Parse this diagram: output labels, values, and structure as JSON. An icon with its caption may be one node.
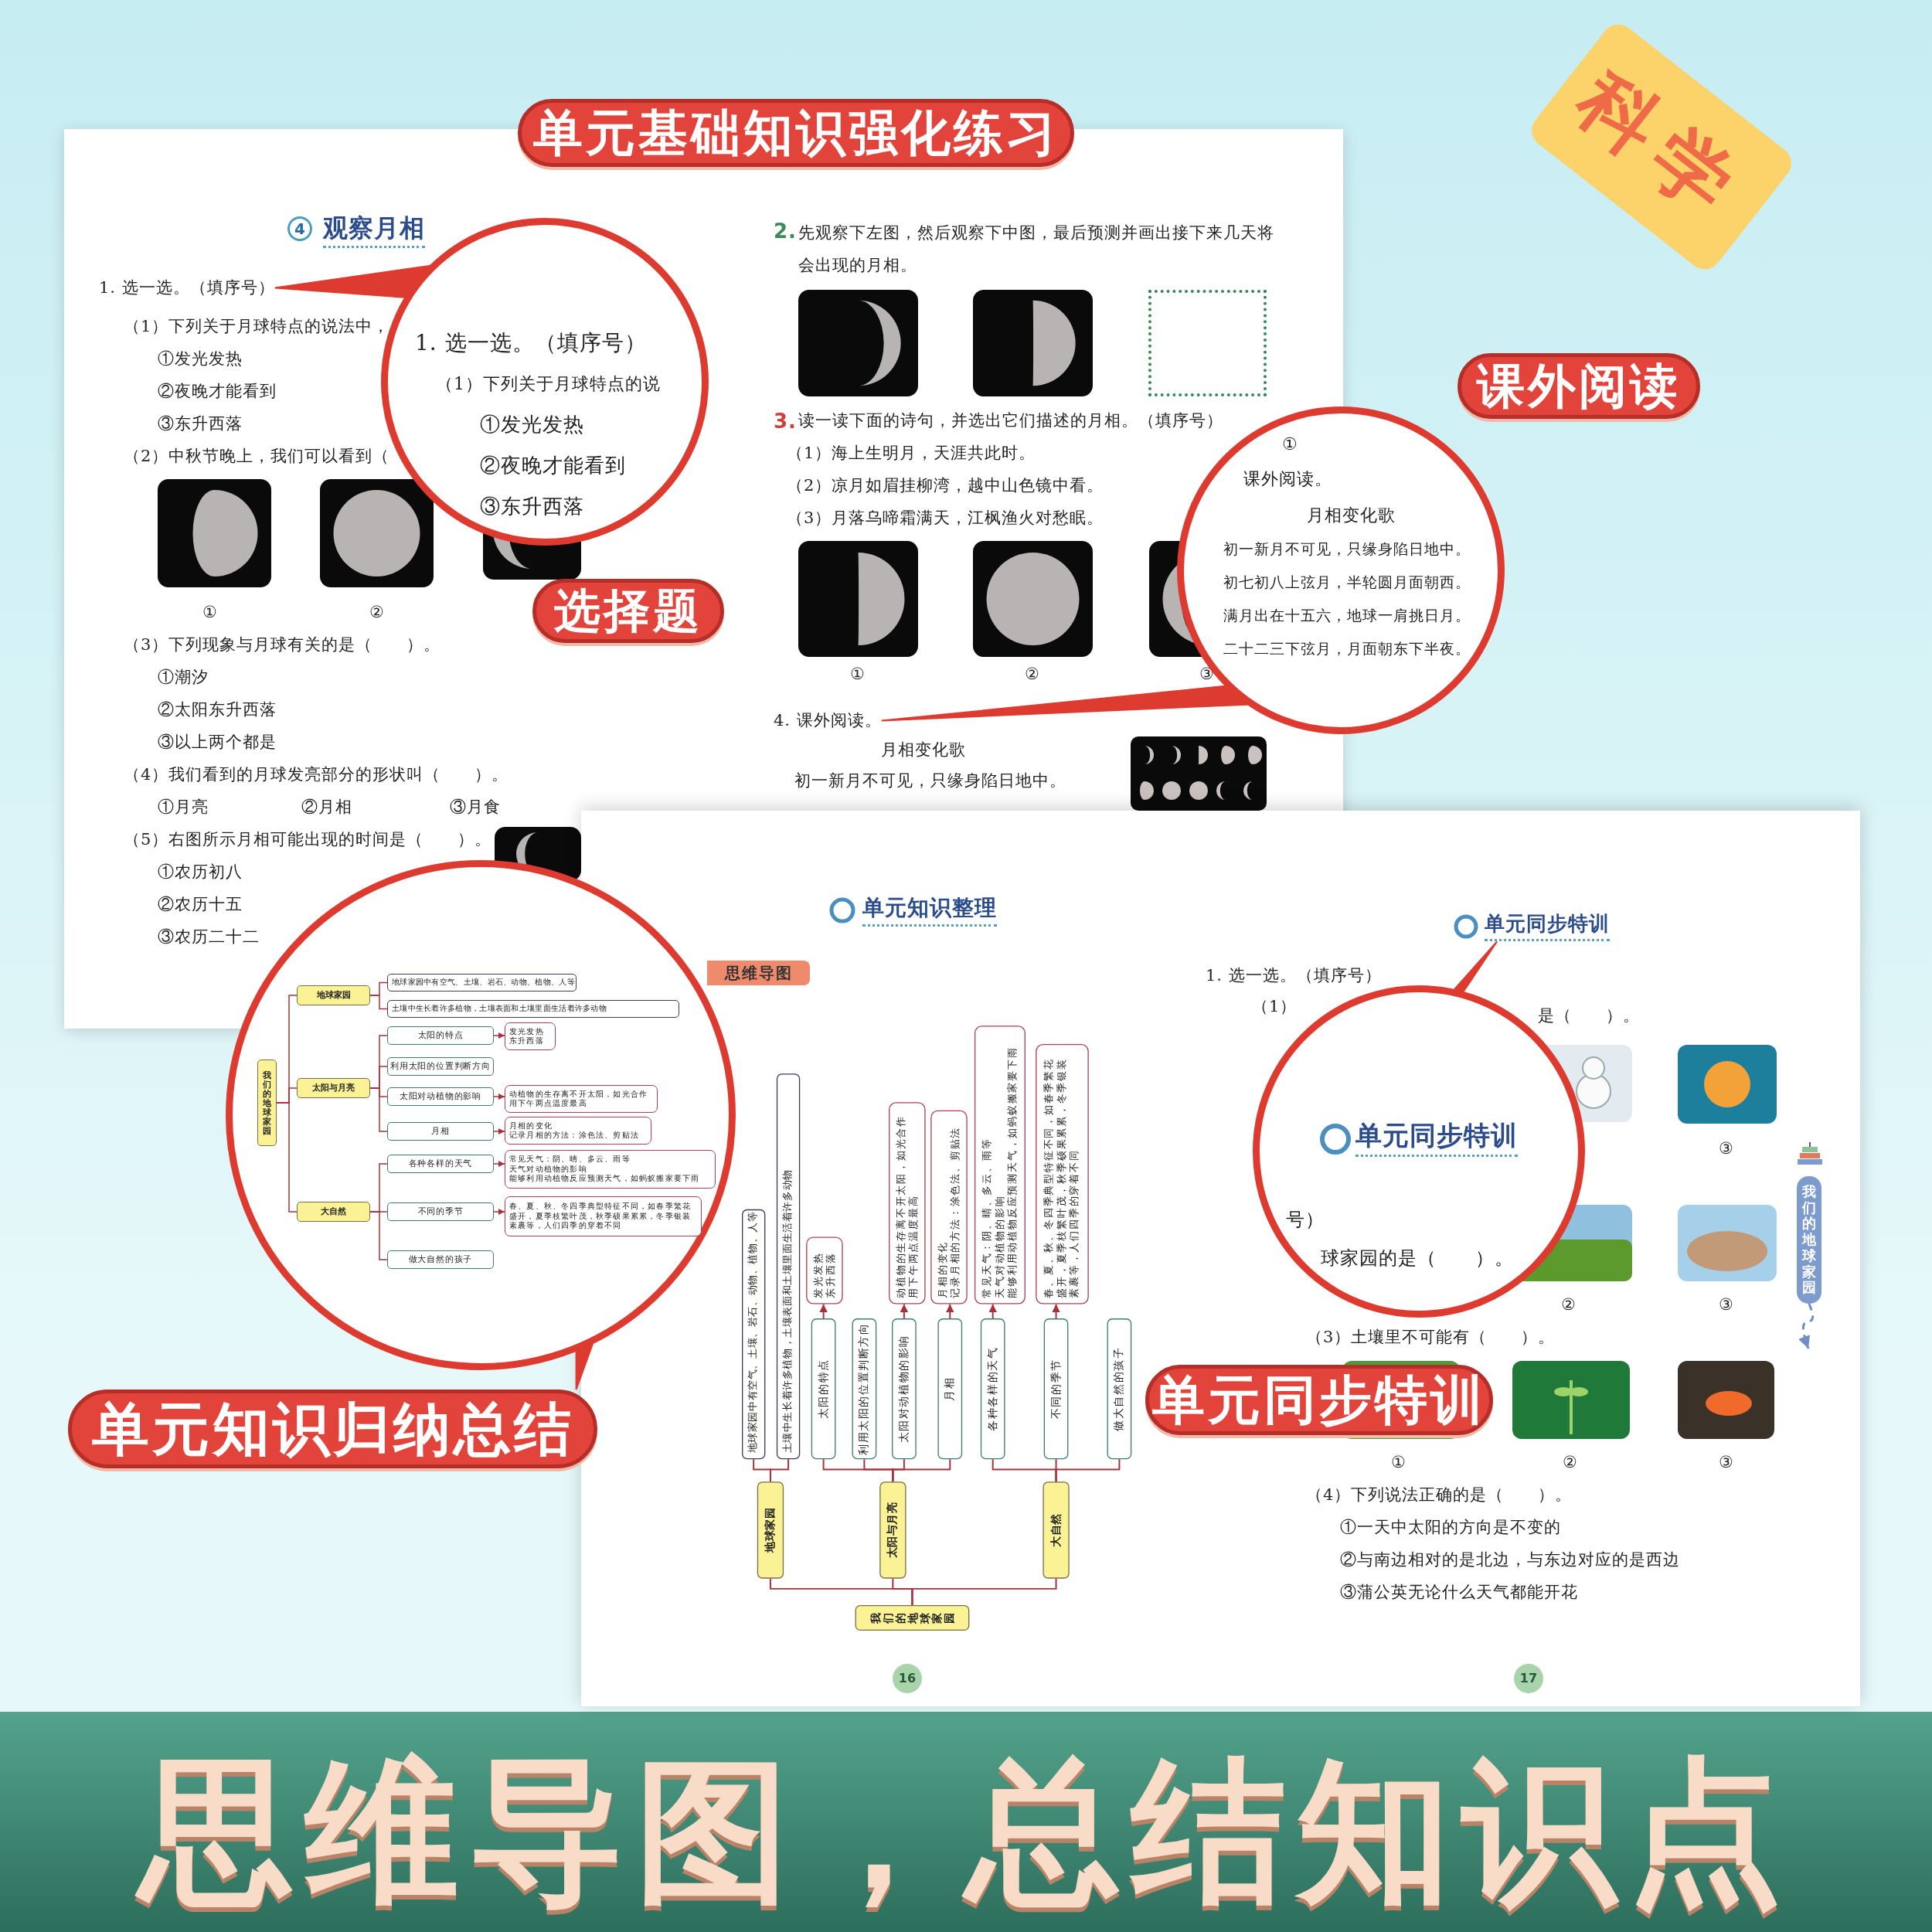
{
  "diagram": {
    "title": "思维导图，总结知识点",
    "nodes": [
      {
        "text": [
          "科学"
        ]
      },
      {
        "text": [
          "单元基础知识强化练习"
        ]
      },
      {
        "text": [
          "1. 选一选。（填序号）"
        ]
      },
      {
        "text": [
          "1. 选一选。（填序号）",
          "（1）下列关于月球特点的说",
          "①发光发热",
          "②夜晚才能看到",
          "③东升西落"
        ]
      },
      {
        "text": [
          "选择题"
        ]
      },
      {
        "text": [
          "课外阅读"
        ]
      },
      {
        "text": [
          "4. 课外阅读。"
        ]
      },
      {
        "text": [
          "①",
          "课外阅读。",
          "月相变化歌",
          "初一新月不可见，只缘身陷日地中。",
          "初七初八上弦月，半轮圆月面朝西。",
          "满月出在十五六，地球一肩挑日月。",
          "二十二三下弦月，月面朝东下半夜。"
        ]
      },
      {
        "text": [],
        "shape": "circle"
      },
      {
        "text": [
          "我们的地球家园"
        ],
        "in": 8
      },
      {
        "text": [
          "地球家园"
        ],
        "in": 8
      },
      {
        "text": [
          "太阳与月亮"
        ],
        "in": 8
      },
      {
        "text": [
          "大自然"
        ],
        "in": 8
      },
      {
        "text": [
          "地球家园中有空气、土壤、岩石、动物、植物、人等"
        ],
        "in": 8
      },
      {
        "text": [
          "土壤中生长着许多植物，土壤表面和土壤里面生活着许多动物"
        ],
        "in": 8
      },
      {
        "text": [
          "太阳的特点"
        ],
        "in": 8
      },
      {
        "text": [
          "发光发热",
          "东升西落"
        ],
        "in": 8
      },
      {
        "text": [
          "利用太阳的位置判断方向"
        ],
        "in": 8
      },
      {
        "text": [
          "太阳对动植物的影响"
        ],
        "in": 8
      },
      {
        "text": [
          "动植物的生存离不开太阳，如光合作用下午两点温度最高"
        ],
        "in": 8
      },
      {
        "text": [
          "月相"
        ],
        "in": 8
      },
      {
        "text": [
          "月相的变化",
          "记录月相的方法：涂色法、剪贴法"
        ],
        "in": 8
      },
      {
        "text": [
          "各种各样的天气"
        ],
        "in": 8
      },
      {
        "text": [
          "常见天气：阴、晴、多云、雨等",
          "天气对动植物的影响",
          "能够利用动植物反应预测天气，如蚂蚁搬家要下雨"
        ],
        "in": 8
      },
      {
        "text": [
          "不同的季节"
        ],
        "in": 8
      },
      {
        "text": [
          "春、夏、秋、冬四季典型特征不同，如春季繁花盛开，夏季枝繁叶茂，秋季硕果累累，冬季银装素裹等，人们四季的穿着不同"
        ],
        "in": 8
      },
      {
        "text": [
          "做大自然的孩子"
        ],
        "in": 8
      },
      {
        "text": [
          "单元知识归纳总结"
        ]
      },
      {
        "text": [
          "思维导图"
        ]
      },
      {
        "text": [
          "我们的地球家园"
        ]
      },
      {
        "text": [
          "地球家园"
        ]
      },
      {
        "text": [
          "太阳与月亮"
        ]
      },
      {
        "text": [
          "大自然"
        ]
      },
      {
        "text": [
          "地球家园中有空气、土壤、岩石、动物、植物、人等"
        ]
      },
      {
        "text": [
          "土壤中生长着许多植物，土壤表面和土壤里面生活着许多动物"
        ]
      },
      {
        "text": [
          "太阳的特点"
        ]
      },
      {
        "text": [
          "发光发热",
          "东升西落"
        ]
      },
      {
        "text": [
          "利用太阳的位置判断方向"
        ]
      },
      {
        "text": [
          "太阳对动植物的影响"
        ]
      },
      {
        "text": [
          "动植物的生存离不开太阳，如光合作用下午两点温度最高"
        ]
      },
      {
        "text": [
          "月相"
        ]
      },
      {
        "text": [
          "月相的变化",
          "记录月相的方法：涂色法、剪贴法"
        ]
      },
      {
        "text": [
          "各种各样的天气"
        ]
      },
      {
        "text": [
          "常见天气：阴、晴、多云、雨等",
          "天气对动植物的影响",
          "能够利用动植物反应预测天气，如蚂蚁搬家要下雨"
        ]
      },
      {
        "text": [
          "不同的季节"
        ]
      },
      {
        "text": [
          "春、夏、秋、冬四季典型特征不同，如春季繁花盛开，夏季枝繁叶茂，秋季硕果累累，冬季银装素裹等，人们四季的穿着不同"
        ]
      },
      {
        "text": [
          "做大自然的孩子"
        ]
      },
      {
        "text": [
          "单元同步特训"
        ]
      },
      {
        "text": [
          "单元同步特训",
          "号）",
          "球家园的是（　　）。"
        ]
      },
      {
        "text": [
          "单元同步特训"
        ]
      },
      {
        "text": [
          "我们的地球家园"
        ]
      },
      {
        "text": [
          "16"
        ]
      },
      {
        "text": [
          "17"
        ]
      }
    ],
    "edges": [
      {
        "from": 9,
        "to": 10,
        "arrow": "none"
      },
      {
        "from": 9,
        "to": 11,
        "arrow": "none"
      },
      {
        "from": 9,
        "to": 12,
        "arrow": "none"
      },
      {
        "from": 10,
        "to": 13,
        "arrow": "none"
      },
      {
        "from": 10,
        "to": 14,
        "arrow": "none"
      },
      {
        "from": 11,
        "to": 15,
        "arrow": "none"
      },
      {
        "from": 11,
        "to": 17,
        "arrow": "none"
      },
      {
        "from": 11,
        "to": 18,
        "arrow": "none"
      },
      {
        "from": 11,
        "to": 20,
        "arrow": "none"
      },
      {
        "from": 12,
        "to": 22,
        "arrow": "none"
      },
      {
        "from": 12,
        "to": 24,
        "arrow": "none"
      },
      {
        "from": 12,
        "to": 26,
        "arrow": "none"
      },
      {
        "from": 15,
        "to": 16,
        "arrow": "to"
      },
      {
        "from": 18,
        "to": 19,
        "arrow": "to"
      },
      {
        "from": 20,
        "to": 21,
        "arrow": "to"
      },
      {
        "from": 22,
        "to": 23,
        "arrow": "to"
      },
      {
        "from": 24,
        "to": 25,
        "arrow": "to"
      },
      {
        "from": 29,
        "to": 30,
        "arrow": "none"
      },
      {
        "from": 29,
        "to": 31,
        "arrow": "none"
      },
      {
        "from": 29,
        "to": 32,
        "arrow": "none"
      },
      {
        "from": 30,
        "to": 33,
        "arrow": "none"
      },
      {
        "from": 30,
        "to": 34,
        "arrow": "none"
      },
      {
        "from": 31,
        "to": 35,
        "arrow": "none"
      },
      {
        "from": 31,
        "to": 37,
        "arrow": "none"
      },
      {
        "from": 31,
        "to": 38,
        "arrow": "none"
      },
      {
        "from": 31,
        "to": 40,
        "arrow": "none"
      },
      {
        "from": 32,
        "to": 42,
        "arrow": "none"
      },
      {
        "from": 32,
        "to": 44,
        "arrow": "none"
      },
      {
        "from": 32,
        "to": 46,
        "arrow": "none"
      },
      {
        "from": 35,
        "to": 36,
        "arrow": "to"
      },
      {
        "from": 38,
        "to": 39,
        "arrow": "to"
      },
      {
        "from": 40,
        "to": 41,
        "arrow": "to"
      },
      {
        "from": 42,
        "to": 43,
        "arrow": "to"
      },
      {
        "from": 44,
        "to": 45,
        "arrow": "to"
      },
      {
        "from": 3,
        "to": 2,
        "arrow": "none",
        "color": "#de3b30"
      },
      {
        "from": 7,
        "to": 6,
        "arrow": "none",
        "color": "#de3b30"
      },
      {
        "from": 8,
        "to": 27,
        "arrow": "none",
        "color": "#de3b30"
      },
      {
        "from": 48,
        "to": 47,
        "arrow": "none",
        "color": "#de3b30"
      },
      {
        "from": 50,
        "to": null,
        "arrow": "to",
        "style": "dashed",
        "color": "#6f8fc4"
      }
    ],
    "labels": [
      "4",
      "观察月相",
      "（1）下列关于月球特点的说法中，",
      "①发光发热",
      "②夜晚才能看到",
      "③东升西落",
      "（2）中秋节晚上，我们可以看到（",
      "①",
      "②",
      "（3）下列现象与月球有关的是（　　）。",
      "①潮汐",
      "②太阳东升西落",
      "③以上两个都是",
      "（4）我们看到的月球发亮部分的形状叫（　　）。",
      "①月亮",
      "②月相",
      "③月食",
      "（5）右图所示月相可能出现的时间是（　　）。",
      "①农历初八",
      "②农历十五",
      "③农历二十二",
      "2.",
      "先观察下左图，然后观察下中图，最后预测并画出接下来几天将会出现的月相。",
      "3.",
      "读一读下面的诗句，并选出它们描述的月相。（填序号）",
      "（1）海上生明月，天涯共此时。",
      "（2）凉月如眉挂柳湾，越中山色镜中看。",
      "（3）月落乌啼霜满天，江枫渔火对愁眠。",
      "①",
      "②",
      "③",
      "月相变化歌",
      "初一新月不可见，只缘身陷日地中。",
      "单元知识整理",
      "1. 选一选。（填序号）",
      "（1）",
      "是（　　）。",
      "③",
      "②",
      "③",
      "（3）土壤里不可能有（　　）。",
      "①",
      "②",
      "③",
      "（4）下列说法正确的是（　　）。",
      "①一天中太阳的方向是不变的",
      "②与南边相对的是北边，与东边对应的是西边",
      "③蒲公英无论什么天气都能开花"
    ]
  }
}
